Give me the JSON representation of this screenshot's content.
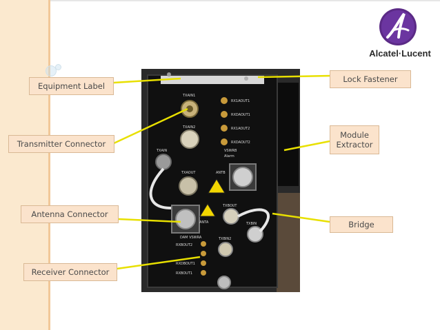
{
  "labels": {
    "equipment_label": "Equipment Label",
    "transmitter_connector": "Transmitter Connector",
    "antenna_connector": "Antenna Connector",
    "receiver_connector": "Receiver Connector",
    "lock_fastener": "Lock Fastener",
    "module_extractor": "Module Extractor",
    "bridge": "Bridge"
  },
  "logo": {
    "text": "Alcatel·Lucent",
    "mark_letter": "A"
  },
  "panel_markings": {
    "txain1": "TXAIN1",
    "txain2": "TXAIN2",
    "txain": "TXAIN",
    "txaout": "TXAOUT",
    "antb": "ANTB",
    "txbout": "TXBOUT",
    "txbin": "TXBIN",
    "txbin2": "TXBIN2",
    "anta": "ANTA",
    "rx1aout1": "RX1AOUT1",
    "rxdaout1": "RXDAOUT1",
    "rx1aout2": "RX1AOUT2",
    "rxdaout2": "RXDAOUT2",
    "vswrb": "VSWRB",
    "alarm": "Alarm",
    "dam_vswra": "DAM VSWRA",
    "rxbout2": "RXBOUT2",
    "rxdbout1": "RXDBOUT1",
    "rxbout1": "RXBOUT1"
  },
  "colors": {
    "label_fill": "#fbe3cc",
    "leader_line": "#e8e000",
    "sidebar": "#fbe9cf",
    "logo_purple": "#5b2a86"
  }
}
